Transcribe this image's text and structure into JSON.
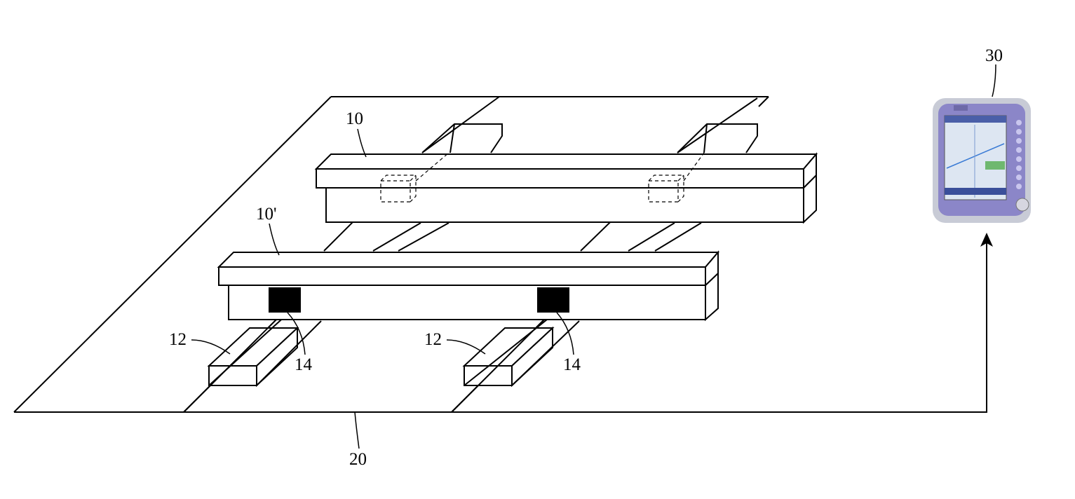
{
  "labels": {
    "beam_rear": "10",
    "beam_front": "10'",
    "support_left": "12",
    "support_right": "12",
    "sensor_left": "14",
    "sensor_right": "14",
    "fiber_line": "20",
    "device": "30"
  },
  "icons": {
    "device": "handheld-analyzer-icon",
    "arrow": "arrow-up-icon"
  },
  "colors": {
    "line": "#000000",
    "sensor_fill": "#000000",
    "device_body": "#8b86c8",
    "device_screen": "#dde6f2"
  }
}
